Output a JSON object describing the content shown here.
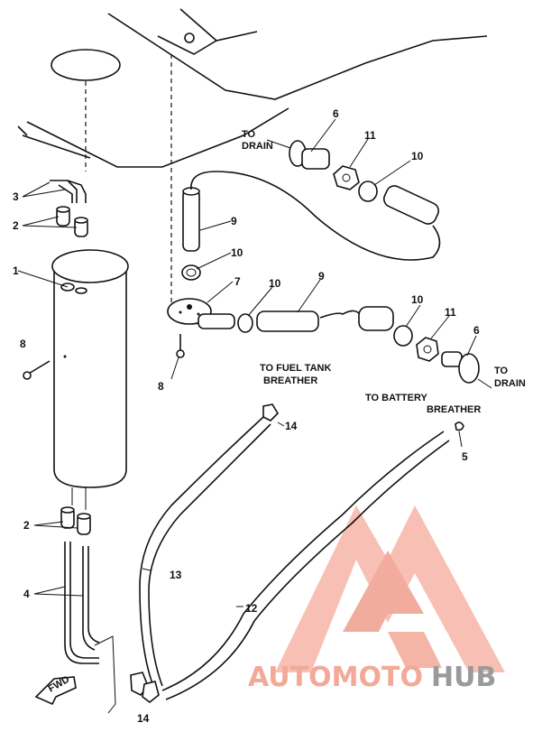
{
  "labels": {
    "to_drain_top_l1": "TO",
    "to_drain_top_l2": "DRAIN",
    "to_drain_right_l1": "TO",
    "to_drain_right_l2": "DRAIN",
    "fuel_tank_breather_l1": "TO FUEL TANK",
    "fuel_tank_breather_l2": "BREATHER",
    "battery_breather_l1": "TO BATTERY",
    "battery_breather_l2": "BREATHER",
    "fwd": "FWD"
  },
  "callouts": {
    "c1": "1",
    "c2a": "2",
    "c2b": "2",
    "c3": "3",
    "c4": "4",
    "c5": "5",
    "c6a": "6",
    "c6b": "6",
    "c7": "7",
    "c8a": "8",
    "c8b": "8",
    "c9a": "9",
    "c9b": "9",
    "c10a": "10",
    "c10b": "10",
    "c10c": "10",
    "c10d": "10",
    "c11a": "11",
    "c11b": "11",
    "c12": "12",
    "c13": "13",
    "c14a": "14",
    "c14b": "14"
  },
  "watermark": {
    "part1": "AUTOMOTO",
    "part2": "HUB",
    "color_light": "#f7b5a8",
    "color_dark": "#e88f7e",
    "color_hub": "#9a9a9a"
  }
}
